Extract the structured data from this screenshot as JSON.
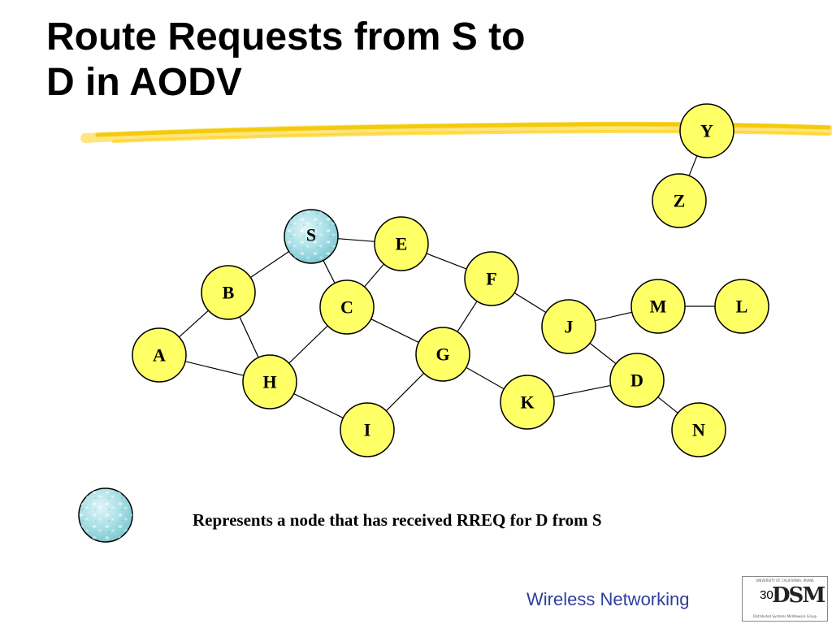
{
  "slide": {
    "title_line1": "Route Requests from S to",
    "title_line2": "D in AODV",
    "legend_text": "Represents a node that has received RREQ for D from S",
    "footer": "Wireless Networking",
    "page_number": "30",
    "logo": {
      "top_text": "UNIVERSITY OF CALIFORNIA, IRVINE",
      "mark": "DSM",
      "bottom_text": "Distributed Systems Middleware Group"
    }
  },
  "colors": {
    "node_fill": "#ffff66",
    "received_fill": "#a8e0e6",
    "highlight_stroke": "#e8c800",
    "edge": "#000000",
    "footer_text": "#2e3f9e"
  },
  "diagram": {
    "nodes": [
      {
        "id": "S",
        "label": "S",
        "received": true
      },
      {
        "id": "E",
        "label": "E",
        "received": false
      },
      {
        "id": "F",
        "label": "F",
        "received": false
      },
      {
        "id": "B",
        "label": "B",
        "received": false
      },
      {
        "id": "C",
        "label": "C",
        "received": false
      },
      {
        "id": "M",
        "label": "M",
        "received": false
      },
      {
        "id": "L",
        "label": "L",
        "received": false
      },
      {
        "id": "J",
        "label": "J",
        "received": false
      },
      {
        "id": "A",
        "label": "A",
        "received": false
      },
      {
        "id": "G",
        "label": "G",
        "received": false
      },
      {
        "id": "H",
        "label": "H",
        "received": false
      },
      {
        "id": "D",
        "label": "D",
        "received": false
      },
      {
        "id": "K",
        "label": "K",
        "received": false
      },
      {
        "id": "I",
        "label": "I",
        "received": false
      },
      {
        "id": "N",
        "label": "N",
        "received": false
      },
      {
        "id": "Y",
        "label": "Y",
        "received": false
      },
      {
        "id": "Z",
        "label": "Z",
        "received": false
      }
    ],
    "edges": [
      [
        "S",
        "E"
      ],
      [
        "S",
        "B"
      ],
      [
        "S",
        "C"
      ],
      [
        "E",
        "C"
      ],
      [
        "E",
        "F"
      ],
      [
        "B",
        "A"
      ],
      [
        "B",
        "H"
      ],
      [
        "A",
        "H"
      ],
      [
        "C",
        "H"
      ],
      [
        "C",
        "G"
      ],
      [
        "F",
        "G"
      ],
      [
        "F",
        "J"
      ],
      [
        "J",
        "M"
      ],
      [
        "M",
        "L"
      ],
      [
        "J",
        "D"
      ],
      [
        "G",
        "I"
      ],
      [
        "G",
        "K"
      ],
      [
        "K",
        "D"
      ],
      [
        "H",
        "I"
      ],
      [
        "D",
        "N"
      ],
      [
        "Y",
        "Z"
      ]
    ]
  }
}
